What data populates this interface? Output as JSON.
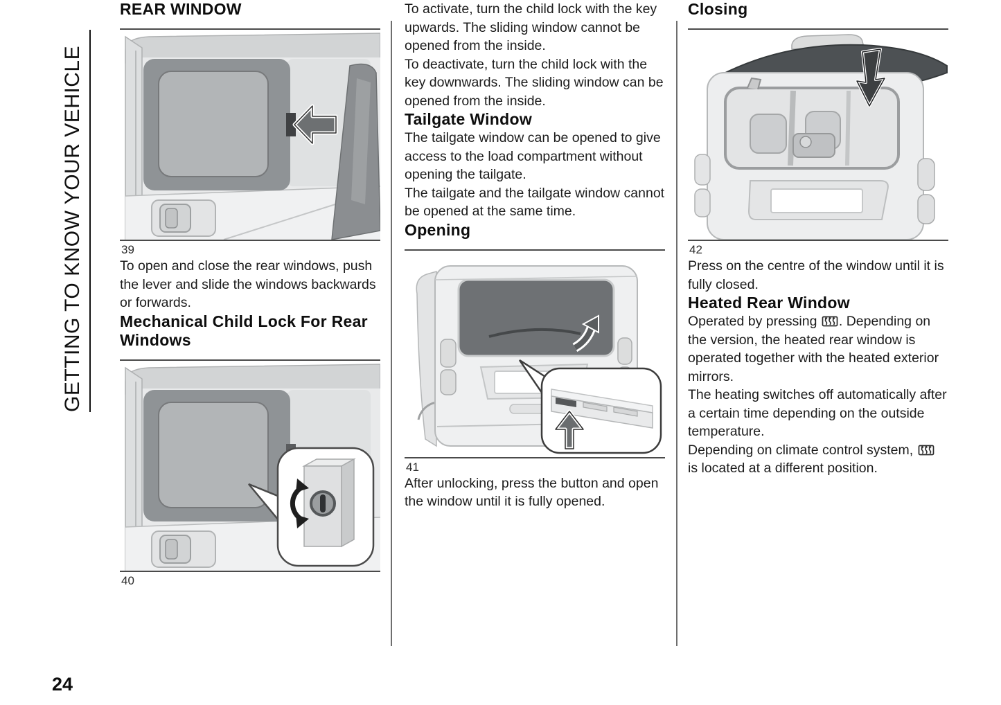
{
  "sidebar": {
    "title": "GETTING TO KNOW YOUR VEHICLE"
  },
  "page_number": "24",
  "columns": {
    "col1": {
      "section_heading": "REAR WINDOW",
      "figure39": {
        "caption": "39"
      },
      "para_open_close": "To open and close the rear windows, push the lever and slide the windows backwards or forwards.",
      "subheading_child_lock": "Mechanical Child Lock For Rear Windows",
      "figure40": {
        "caption": "40"
      }
    },
    "col2": {
      "paras_child_lock": [
        "To activate, turn the child lock with the key upwards. The sliding window cannot be opened from the inside.",
        "To deactivate, turn the child lock with the key downwards. The sliding window can be opened from the inside."
      ],
      "subheading_tailgate": "Tailgate Window",
      "paras_tailgate": [
        "The tailgate window can be opened to give access to the load compartment without opening the tailgate.",
        "The tailgate and the tailgate window cannot be opened at the same time."
      ],
      "subheading_opening": "Opening",
      "figure41": {
        "caption": "41"
      },
      "para_after_unlocking": "After unlocking, press the button and open the window until it is fully opened."
    },
    "col3": {
      "subheading_closing": "Closing",
      "figure42": {
        "caption": "42"
      },
      "para_press_centre": "Press on the centre of the window until it is fully closed.",
      "subheading_heated": "Heated Rear Window",
      "para_heated_1a": "Operated by pressing ",
      "para_heated_1b": ". Depending on the version, the heated rear window is operated together with the heated exterior mirrors.",
      "para_heated_2": "The heating switches off automatically after a certain time depending on the outside temperature.",
      "para_heated_3a": "Depending on climate control system, ",
      "para_heated_3b": " is located at a different position."
    },
    "icons": {
      "heated_rear_window": "heated-rear-window-icon"
    }
  }
}
